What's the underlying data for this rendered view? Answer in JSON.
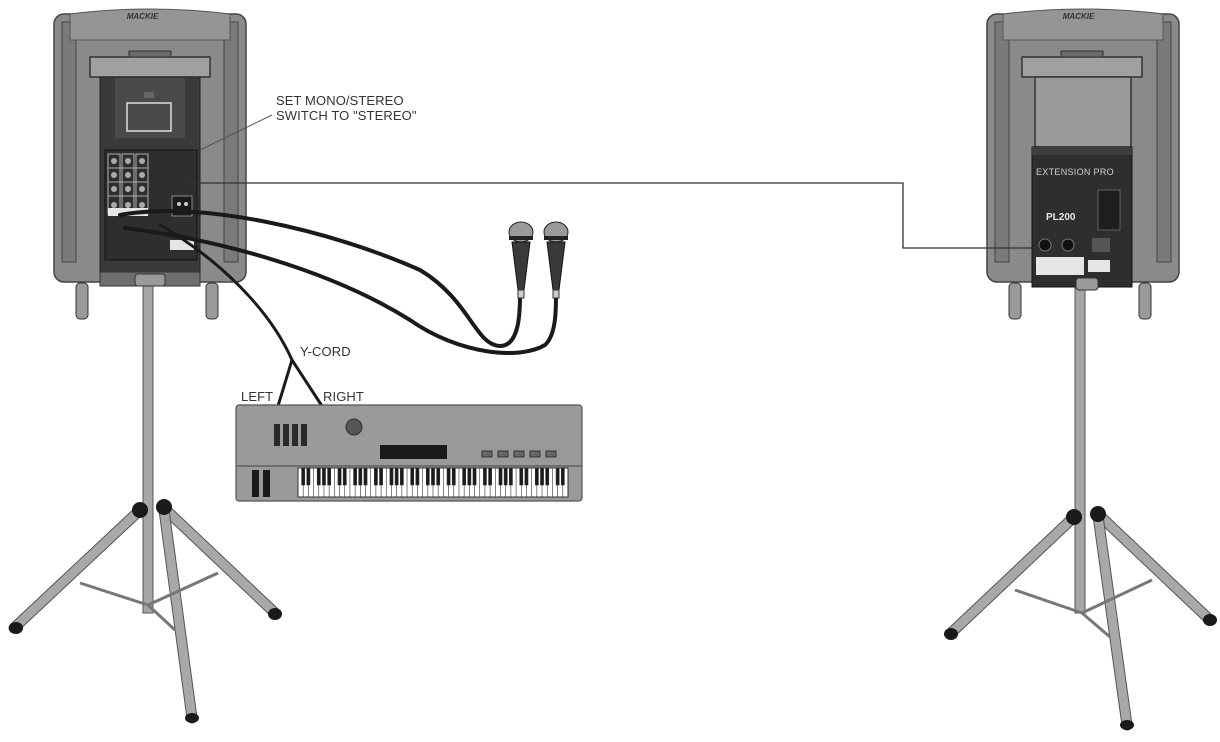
{
  "diagram": {
    "type": "wiring-diagram",
    "description": "Stereo speaker setup: two speakers on tripod stands, keyboard connected with a Y-cord, two microphones, link cable between speakers",
    "colors": {
      "background": "#ffffff",
      "speaker_body": "#8a8a8a",
      "speaker_panel": "#3a3a3a",
      "cable": "#1a1a1a",
      "stand": "#a6a6a6",
      "keyboard_body": "#9a9a9a",
      "text": "#333333"
    },
    "labels": {
      "mono_stereo_note_line1": "SET MONO/STEREO",
      "mono_stereo_note_line2": "SWITCH TO \"STEREO\"",
      "y_cord": "Y-CORD",
      "left": "LEFT",
      "right": "RIGHT"
    },
    "speakers": [
      {
        "id": "left-speaker",
        "role": "powered mixer speaker",
        "brand_text": "MACKIE"
      },
      {
        "id": "right-speaker",
        "role": "extension speaker",
        "brand_text": "MACKIE",
        "panel_title": "EXTENSION PRO",
        "model": "PL200"
      }
    ],
    "devices": [
      {
        "id": "microphone-1",
        "kind": "microphone"
      },
      {
        "id": "microphone-2",
        "kind": "microphone"
      },
      {
        "id": "keyboard",
        "kind": "keyboard",
        "output": "Y-cord LEFT/RIGHT"
      }
    ],
    "connections": [
      {
        "from": "left-speaker",
        "to": "right-speaker",
        "cable": "speaker link"
      },
      {
        "from": "microphone-1",
        "to": "left-speaker"
      },
      {
        "from": "microphone-2",
        "to": "left-speaker"
      },
      {
        "from": "keyboard",
        "to": "left-speaker",
        "cable": "Y-cord"
      }
    ]
  }
}
